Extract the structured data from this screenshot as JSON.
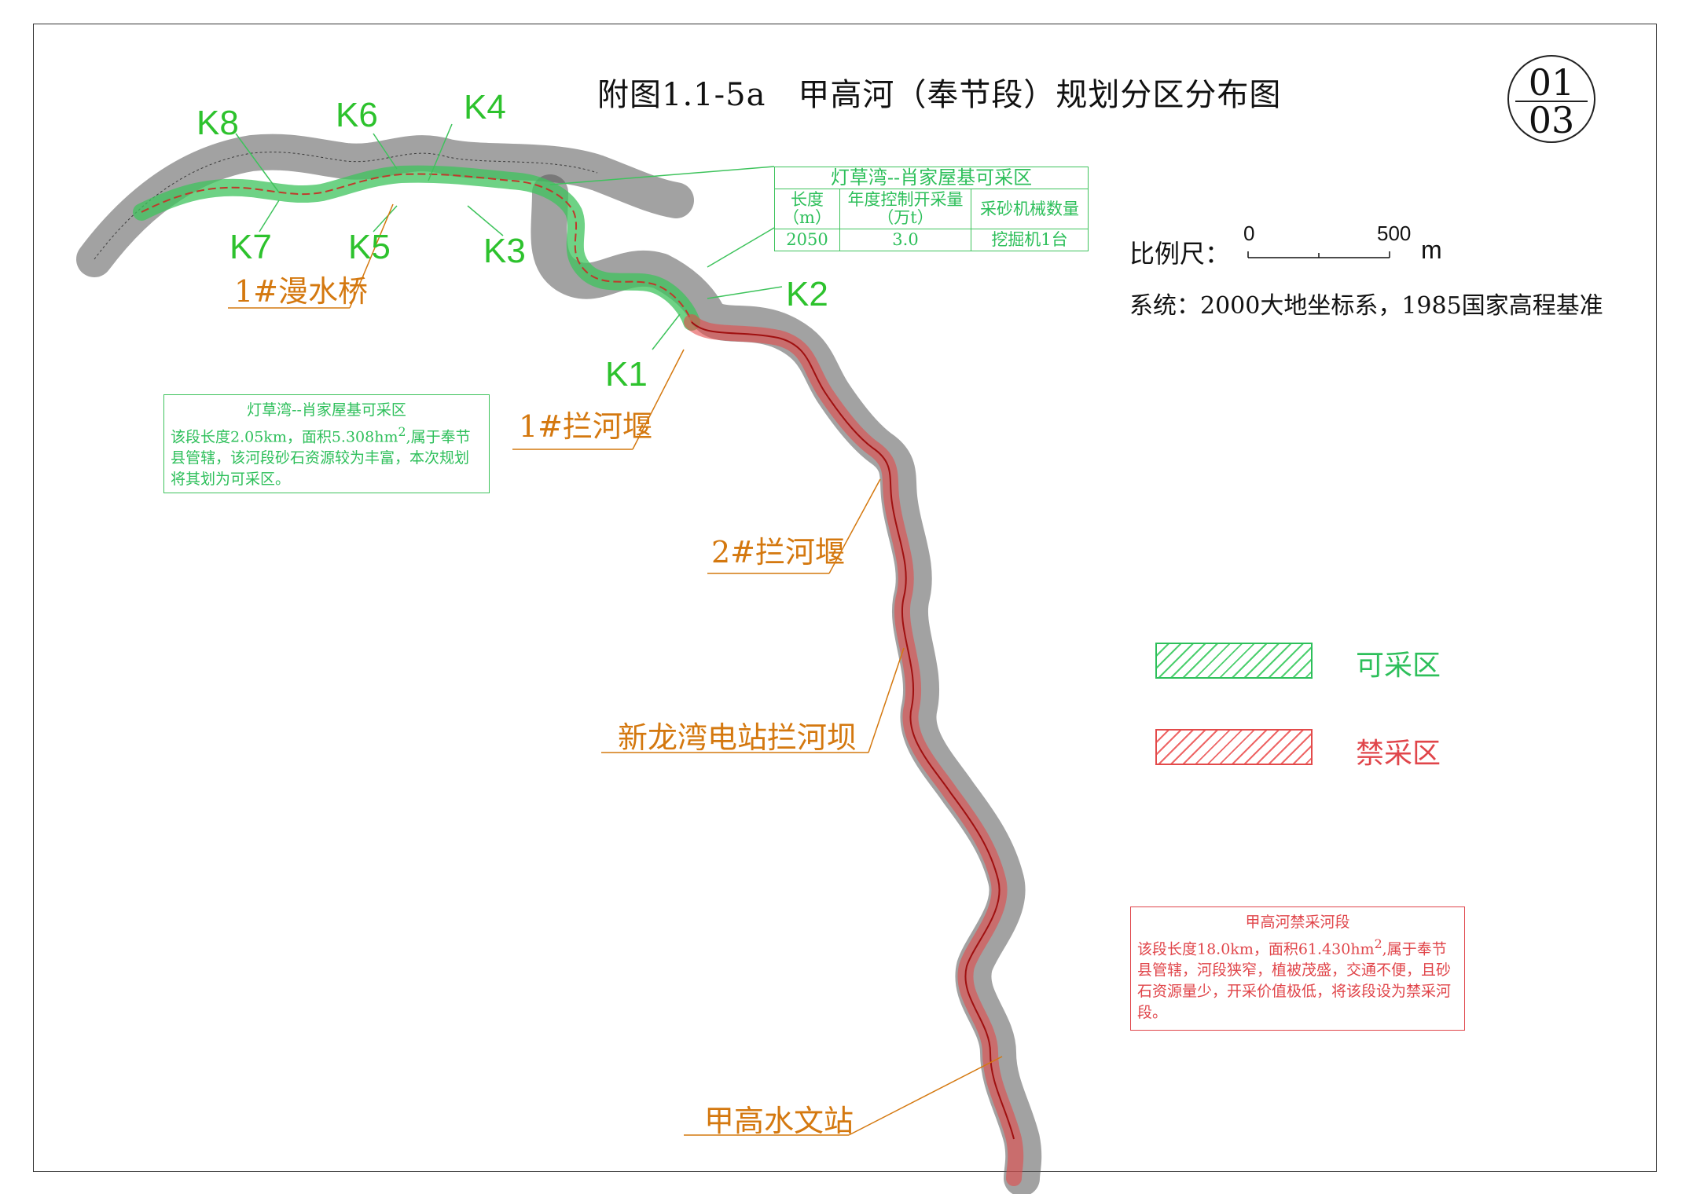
{
  "title": "附图1.1-5a　甲高河（奉节段）规划分区分布图",
  "sheet": {
    "number": "01",
    "total": "03"
  },
  "k_points": [
    "K8",
    "K6",
    "K4",
    "K7",
    "K5",
    "K3",
    "K2",
    "K1"
  ],
  "structures": {
    "bridge": "1#漫水桥",
    "weir1": "1#拦河堰",
    "weir2": "2#拦河堰",
    "dam": "新龙湾电站拦河坝",
    "station": "甲高水文站"
  },
  "info_table": {
    "title": "灯草湾--肖家屋基可采区",
    "headers": [
      "长度（m）",
      "年度控制开采量（万t）",
      "采砂机械数量"
    ],
    "row": [
      "2050",
      "3.0",
      "挖掘机1台"
    ]
  },
  "scale": {
    "label": "比例尺：",
    "start": "0",
    "end": "500",
    "unit": "m"
  },
  "system": "系统：2000大地坐标系，1985国家高程基准",
  "legend": [
    {
      "label": "可采区",
      "color": "#2dbf5a"
    },
    {
      "label": "禁采区",
      "color": "#e0454a"
    }
  ],
  "note_green": {
    "title": "灯草湾--肖家屋基可采区",
    "body_a": "该段长度2.05km，面积5.308hm",
    "sup": "2",
    "body_b": ",属于奉节县管辖，该河段砂石资源较为丰富，本次规划将其划为可采区。"
  },
  "note_red": {
    "title": "甲高河禁采河段",
    "body_a": "该段长度18.0km，面积61.430hm",
    "sup": "2",
    "body_b": ",属于奉节县管辖，河段狭窄，植被茂盛，交通不便，且砂石资源量少，开采价值极低，将该段设为禁采河段。"
  },
  "colors": {
    "accent_green": "#2dc22d",
    "label_orange": "#d4780f",
    "forbidden_red": "#e0454a",
    "terrain": "#444444"
  }
}
